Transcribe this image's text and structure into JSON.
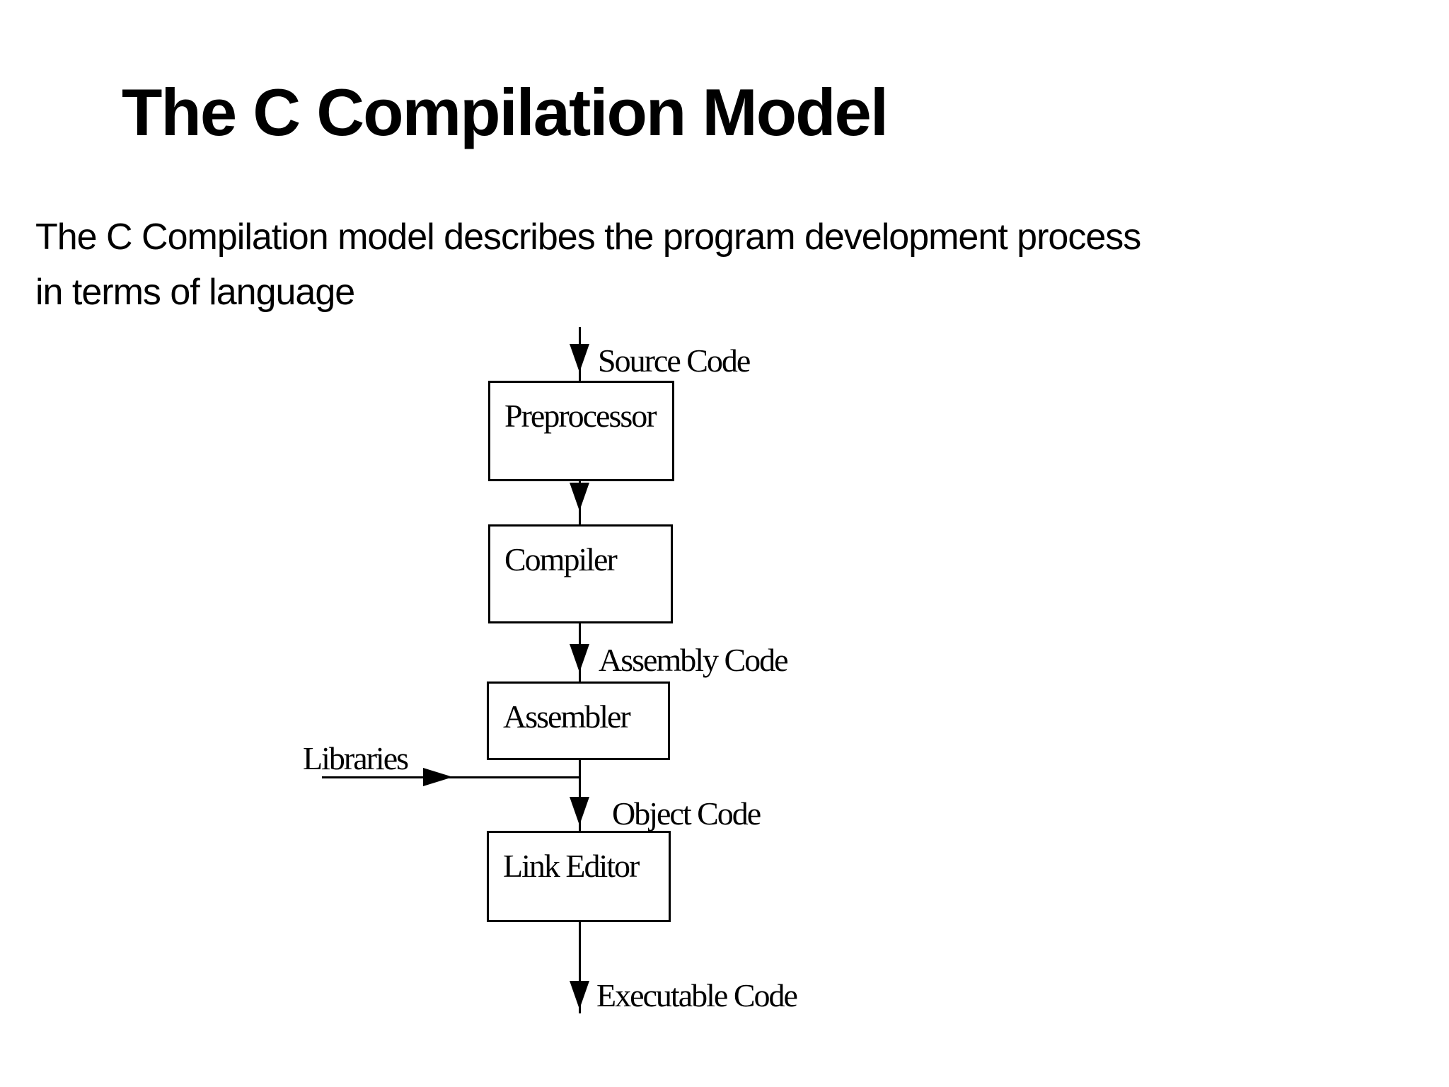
{
  "colors": {
    "background": "#ffffff",
    "text": "#000000",
    "line": "#000000"
  },
  "slide": {
    "title": "The C Compilation Model",
    "paragraph": {
      "line1": "The C Compilation model describes the program development process",
      "line2": "in terms of language"
    }
  },
  "diagram": {
    "boxes": [
      {
        "label": "Preprocessor"
      },
      {
        "label": "Compiler"
      },
      {
        "label": "Assembler"
      },
      {
        "label": "Link Editor"
      }
    ],
    "labels": {
      "source_code": "Source Code",
      "assembly_code": "Assembly Code",
      "object_code": "Object Code",
      "executable_code": "Executable Code",
      "libraries": "Libraries"
    }
  }
}
